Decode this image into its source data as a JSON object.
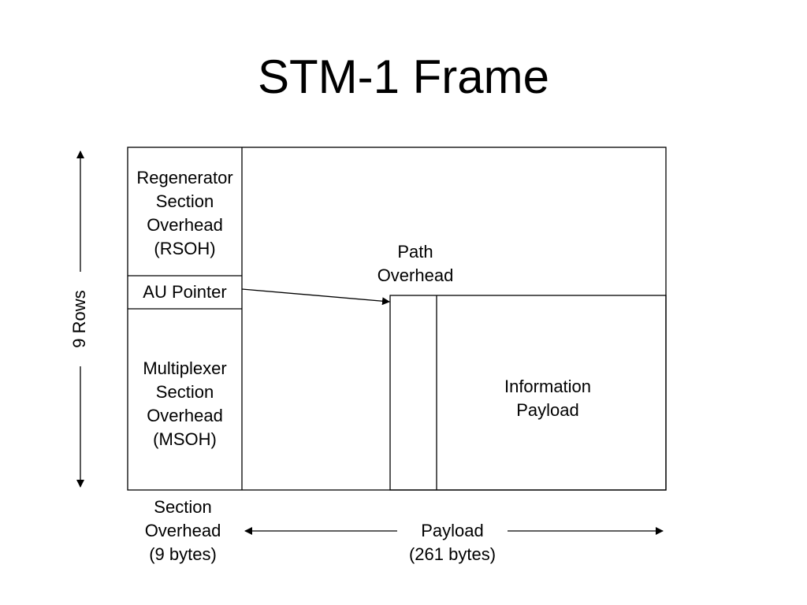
{
  "title": "STM-1 Frame",
  "blocks": {
    "rsoh": [
      "Regenerator",
      "Section",
      "Overhead",
      "(RSOH)"
    ],
    "au_pointer": "AU Pointer",
    "msoh": [
      "Multiplexer",
      "Section",
      "Overhead",
      "(MSOH)"
    ],
    "path_overhead": [
      "Path",
      "Overhead"
    ],
    "information_payload": [
      "Information",
      "Payload"
    ]
  },
  "dimensions": {
    "rows": "9 Rows",
    "section_overhead": [
      "Section",
      "Overhead",
      "(9 bytes)"
    ],
    "payload": [
      "Payload",
      "(261 bytes)"
    ]
  },
  "colors": {
    "line": "#000000",
    "background": "#ffffff"
  }
}
